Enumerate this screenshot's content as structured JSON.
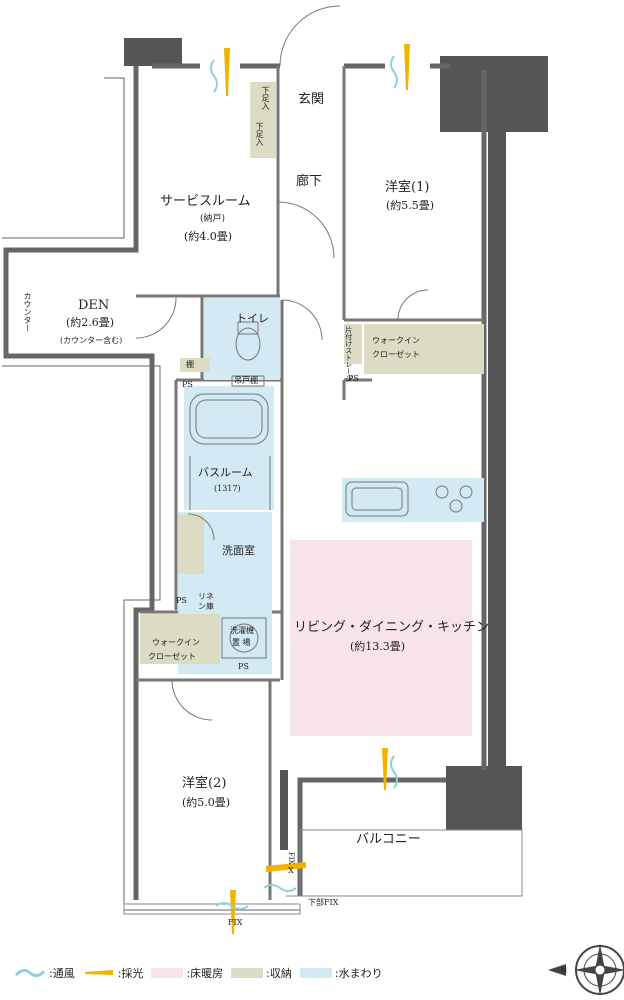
{
  "rooms": {
    "entrance": "玄関",
    "hallway": "廊下",
    "bedroom1_name": "洋室(1)",
    "bedroom1_size": "(約5.5畳)",
    "service_name": "サービスルーム",
    "service_sub": "(納戸)",
    "service_size": "(約4.0畳)",
    "den_name": "DEN",
    "den_size": "(約2.6畳)",
    "den_note": "(カウンター含む)",
    "counter": "カウンター",
    "toilet": "トイレ",
    "wall_cabinet": "吊戸棚",
    "shelf": "棚",
    "ps": "PS",
    "bath_name": "バスルーム",
    "bath_size": "(1317)",
    "washroom": "洗面室",
    "linen": "リネン庫",
    "washer_1": "洗濯機",
    "washer_2": "置 場",
    "wic": "ウォークイン",
    "wic2": "クローゼット",
    "storage": "片付けストレージ",
    "ldk_name": "リビング・ダイニング・キッチン",
    "ldk_size": "(約13.3畳)",
    "bedroom2_name": "洋室(2)",
    "bedroom2_size": "(約5.0畳)",
    "balcony": "バルコニー",
    "shoe1": "下足入",
    "shoe2": "下足入",
    "fix": "FIX",
    "fix_bottom": "FIX",
    "lower_fix": "下部FIX",
    "fix_x": "X"
  },
  "legend": [
    {
      "label": ":通風",
      "color": "#8fcfe0"
    },
    {
      "label": ":採光",
      "color": "#f0b400"
    },
    {
      "label": ":床暖房",
      "color": "#f7e4e8"
    },
    {
      "label": ":収納",
      "color": "#dcdcc4"
    },
    {
      "label": ":水まわり",
      "color": "#d3e9f3"
    }
  ],
  "compass_label": "N",
  "colors": {
    "wall": "#555555",
    "floor_heating": "#f7e4e8",
    "storage": "#dcdcc4",
    "water": "#d3e9f3",
    "light": "#f0b400",
    "wind": "#8fcfe0"
  }
}
